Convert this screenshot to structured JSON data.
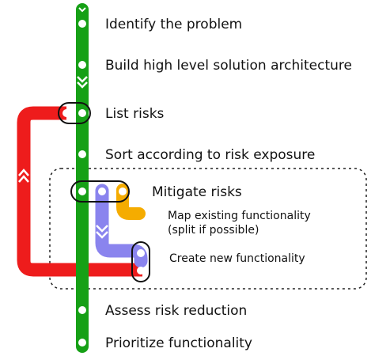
{
  "colors": {
    "main_line": "#16a016",
    "loop_line": "#ee1c1c",
    "blue_line": "#8a84ee",
    "orange_line": "#f5ac00",
    "station_fill": "#ffffff",
    "outline": "#111111",
    "chevron": "#ffffff"
  },
  "stations": {
    "identify": "Identify the problem",
    "architecture": "Build high level solution architecture",
    "list_risks": "List risks",
    "sort": "Sort according to risk exposure",
    "mitigate": "Mitigate risks",
    "map_line1": "Map existing functionality",
    "map_line2": "(split if possible)",
    "create": "Create new functionality",
    "assess": "Assess risk reduction",
    "prioritize": "Prioritize functionality"
  }
}
